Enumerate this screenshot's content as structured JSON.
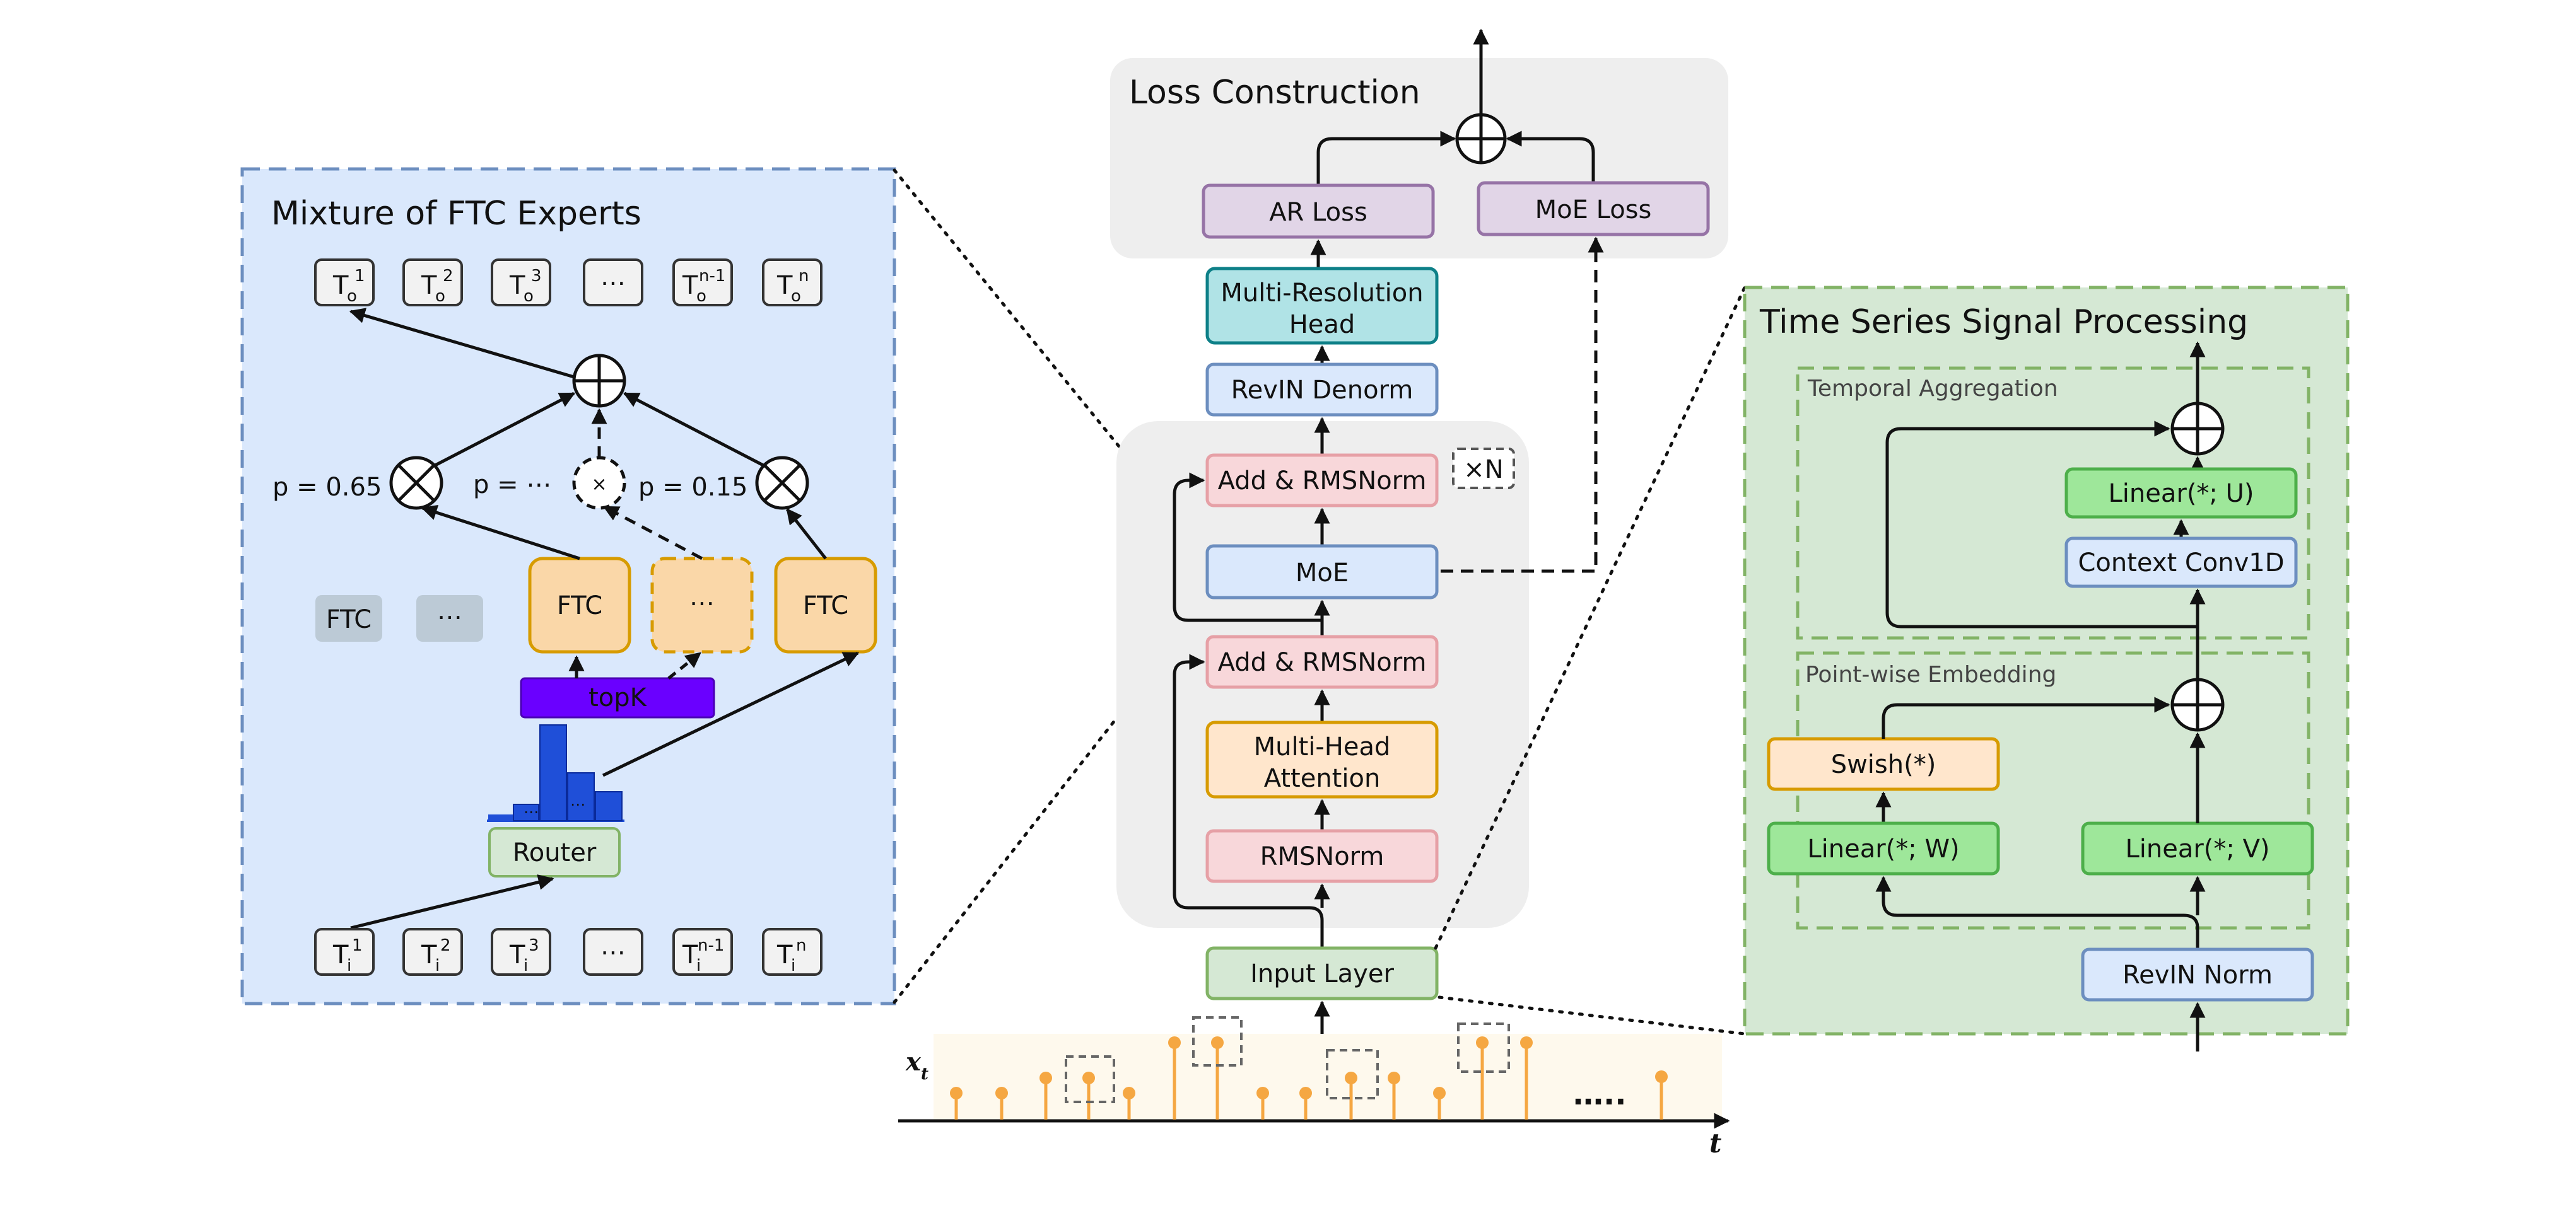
{
  "colors": {
    "blue_panel": "#dae8fc",
    "blue_border": "#6c8ebf",
    "green_panel": "#d5e8d4",
    "green_border": "#82b366",
    "gray_panel": "#eeeeee",
    "pink_fill": "#f8d7da",
    "pink_border": "#e6a0a6",
    "lightblue_fill": "#dae8fc",
    "lightblue_border": "#6c8ebf",
    "orange_fill": "#ffe6cc",
    "orange_border": "#d79b00",
    "teal_fill": "#b0e3e6",
    "teal_border": "#0e8088",
    "purple_fill": "#e1d5e7",
    "purple_border": "#9673a6",
    "green_fill": "#9ee79a",
    "green_box_border": "#4daf4a",
    "topk_fill": "#6a00ff",
    "router_bar": "#1f4fd8",
    "signal_orange": "#f5a742"
  },
  "moe_panel": {
    "title": "Mixture of FTC Experts",
    "output_tokens": [
      {
        "base": "T",
        "sub": "o",
        "sup": "1"
      },
      {
        "base": "T",
        "sub": "o",
        "sup": "2"
      },
      {
        "base": "T",
        "sub": "o",
        "sup": "3"
      },
      {
        "base": "⋯",
        "sub": "",
        "sup": ""
      },
      {
        "base": "T",
        "sub": "o",
        "sup": "n-1"
      },
      {
        "base": "T",
        "sub": "o",
        "sup": "n"
      }
    ],
    "input_tokens": [
      {
        "base": "T",
        "sub": "i",
        "sup": "1"
      },
      {
        "base": "T",
        "sub": "i",
        "sup": "2"
      },
      {
        "base": "T",
        "sub": "i",
        "sup": "3"
      },
      {
        "base": "⋯",
        "sub": "",
        "sup": ""
      },
      {
        "base": "T",
        "sub": "i",
        "sup": "n-1"
      },
      {
        "base": "T",
        "sub": "i",
        "sup": "n"
      }
    ],
    "p_left": "p = 0.65",
    "p_mid": "p = ⋯",
    "p_right": "p = 0.15",
    "inactive_ftc": "FTC",
    "inactive_dots": "⋯",
    "expert_left": "FTC",
    "expert_mid": "⋯",
    "expert_right": "FTC",
    "topk": "topK",
    "router": "Router",
    "router_dots": "⋯"
  },
  "center": {
    "loss_title": "Loss Construction",
    "ar_loss": "AR Loss",
    "moe_loss": "MoE Loss",
    "multi_res_head": [
      "Multi-Resolution",
      "Head"
    ],
    "revin_denorm": "RevIN Denorm",
    "add_norm_top": "Add & RMSNorm",
    "times_n": "×N",
    "moe": "MoE",
    "add_norm_bottom": "Add & RMSNorm",
    "mha": [
      "Multi-Head",
      "Attention"
    ],
    "rmsnorm": "RMSNorm",
    "input_layer": "Input Layer",
    "x_label": "x",
    "x_sub": "t",
    "t_label": "t",
    "signal_dots": "….."
  },
  "ts_panel": {
    "title": "Time Series Signal Processing",
    "temporal_title": "Temporal Aggregation",
    "linear_u": "Linear(*; U)",
    "context_conv": "Context Conv1D",
    "pointwise_title": "Point-wise Embedding",
    "swish": "Swish(*)",
    "linear_w": "Linear(*; W)",
    "linear_v": "Linear(*; V)",
    "revin_norm": "RevIN Norm"
  }
}
